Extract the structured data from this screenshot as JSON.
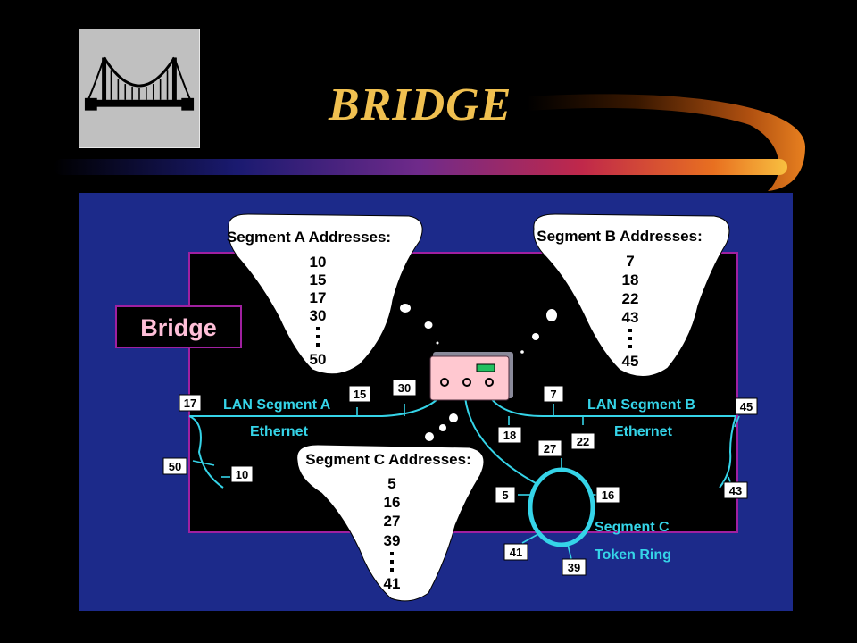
{
  "slide": {
    "title": "BRIDGE",
    "colors": {
      "title": "#f0c050",
      "panel": "#1c2a8a",
      "cyan_text": "#35d4e8",
      "box_outline": "#a020a0"
    }
  },
  "diagram": {
    "bridge_label": "Bridge",
    "cloud_a": {
      "caption": "Segment A  Addresses:",
      "addresses": [
        "10",
        "15",
        "17",
        "30",
        "50"
      ]
    },
    "cloud_b": {
      "caption": "Segment B  Addresses:",
      "addresses": [
        "7",
        "18",
        "22",
        "43",
        "45"
      ]
    },
    "cloud_c": {
      "caption": "Segment C  Addresses:",
      "addresses": [
        "5",
        "16",
        "27",
        "39",
        "41"
      ]
    },
    "segment_a": {
      "name": "LAN Segment A",
      "type": "Ethernet"
    },
    "segment_b": {
      "name": "LAN Segment B",
      "type": "Ethernet"
    },
    "segment_c": {
      "name": "Segment C",
      "type": "Token Ring"
    },
    "node_tags": {
      "n17": "17",
      "n15": "15",
      "n30": "30",
      "n50": "50",
      "n10": "10",
      "n7": "7",
      "n18": "18",
      "n22": "22",
      "n45": "45",
      "n43": "43",
      "n27": "27",
      "n5": "5",
      "n16": "16",
      "n41": "41",
      "n39": "39"
    }
  }
}
